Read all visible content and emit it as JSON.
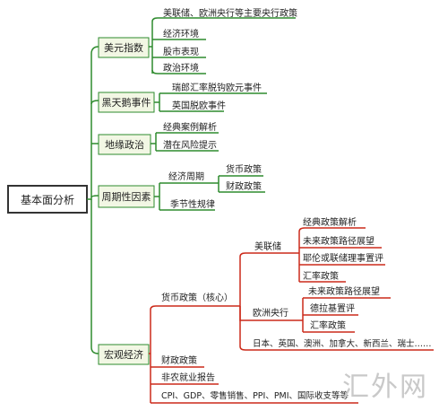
{
  "root": "基本面分析",
  "colors": {
    "line_green": "#2e8b2e",
    "line_red": "#cc2a1a",
    "line_dark": "#333333",
    "box_fill_green": "#f2f7e4",
    "box_fill_root": "#ffffff"
  },
  "branches": {
    "usd": {
      "label": "美元指数",
      "items": [
        "美联储、欧洲央行等主要央行政策",
        "经济环境",
        "股市表现",
        "政治环境"
      ]
    },
    "black_swan": {
      "label": "黑天鹅事件",
      "items": [
        "瑞郎汇率脱钩欧元事件",
        "英国脱欧事件"
      ]
    },
    "geo": {
      "label": "地缘政治",
      "items": [
        "经典案例解析",
        "潜在风险提示"
      ]
    },
    "cyclic": {
      "label": "周期性因素",
      "econ_cycle": "经济周期",
      "econ_cycle_items": [
        "货币政策",
        "财政政策"
      ],
      "seasonal": "季节性规律"
    },
    "macro": {
      "label": "宏观经济",
      "monetary": "货币政策（核心）",
      "fed": {
        "label": "美联储",
        "items": [
          "经典政策解析",
          "未来政策路径展望",
          "耶伦或联储理事置评",
          "汇率政策"
        ]
      },
      "ecb": {
        "label": "欧洲央行",
        "items": [
          "未来政策路径展望",
          "德拉基置评",
          "汇率政策"
        ]
      },
      "others": "日本、英国、澳洲、加拿大、新西兰、瑞士……",
      "fiscal": "财政政策",
      "nfp": "非农就业报告",
      "data": "CPI、GDP、零售销售、PPI、PMI、国际收支等等"
    }
  },
  "watermark": "汇外网"
}
